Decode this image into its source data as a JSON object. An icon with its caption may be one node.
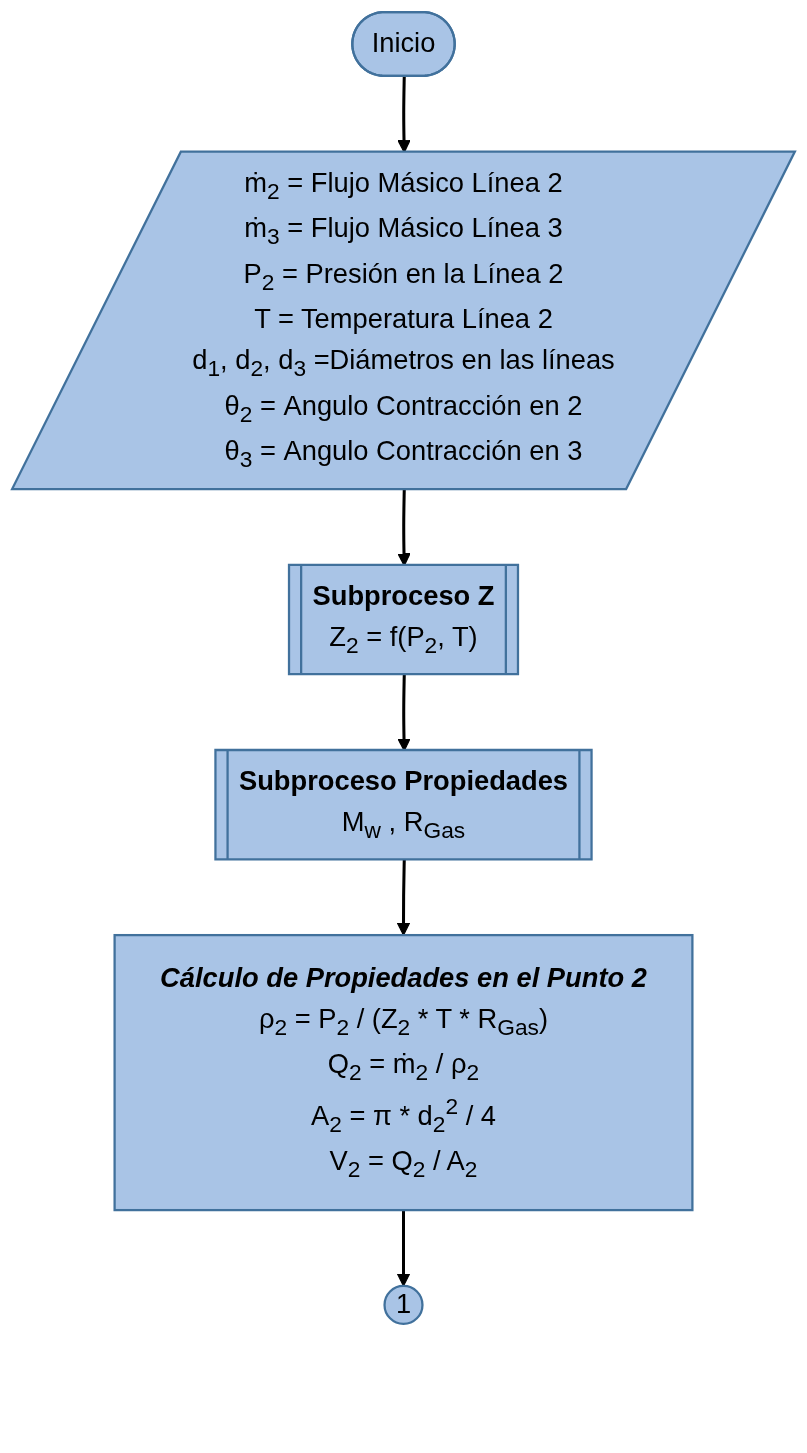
{
  "diagram": {
    "nodes": [
      {
        "text": [
          "Inicio"
        ]
      },
      {
        "text": [
          "ṁ$_{2}$ = Flujo Másico Línea 2",
          "ṁ$_{3}$ = Flujo Másico Línea 3",
          "P$_{2}$ = Presión en la Línea 2",
          "T = Temperatura Línea 2",
          "d$_{1}$, d$_{2}$, d$_{3}$ =Diámetros en las líneas",
          "θ$_{2}$ = Angulo Contracción en 2",
          "θ$_{3}$ = Angulo Contracción en 3"
        ]
      },
      {
        "text": [
          "Subproceso Z",
          "Z$_{2}$ = f(P$_{2}$, T)"
        ]
      },
      {
        "text": [
          "Subproceso Propiedades",
          "M$_{w}$ , R$_{Gas}$"
        ]
      },
      {
        "text": [
          "Cálculo de Propiedades en el Punto 2",
          "ρ$_{2}$ = P$_{2}$ / (Z$_{2}$ * T * R$_{Gas}$)",
          "Q$_{2}$ = ṁ$_{2}$ / ρ$_{2}$",
          "A$_{2}$ = π * d$_{2}$$^{2}$ / 4",
          "V$_{2}$ = Q$_{2}$ / A$_{2}$"
        ]
      },
      {
        "text": [
          "1"
        ]
      }
    ],
    "edges": [
      {
        "from": 0,
        "to": 1,
        "arrow": "to"
      },
      {
        "from": 1,
        "to": 2,
        "arrow": "to"
      },
      {
        "from": 2,
        "to": 3,
        "arrow": "to"
      },
      {
        "from": 3,
        "to": 4,
        "arrow": "to"
      },
      {
        "from": 4,
        "to": 5,
        "arrow": "to"
      }
    ]
  }
}
